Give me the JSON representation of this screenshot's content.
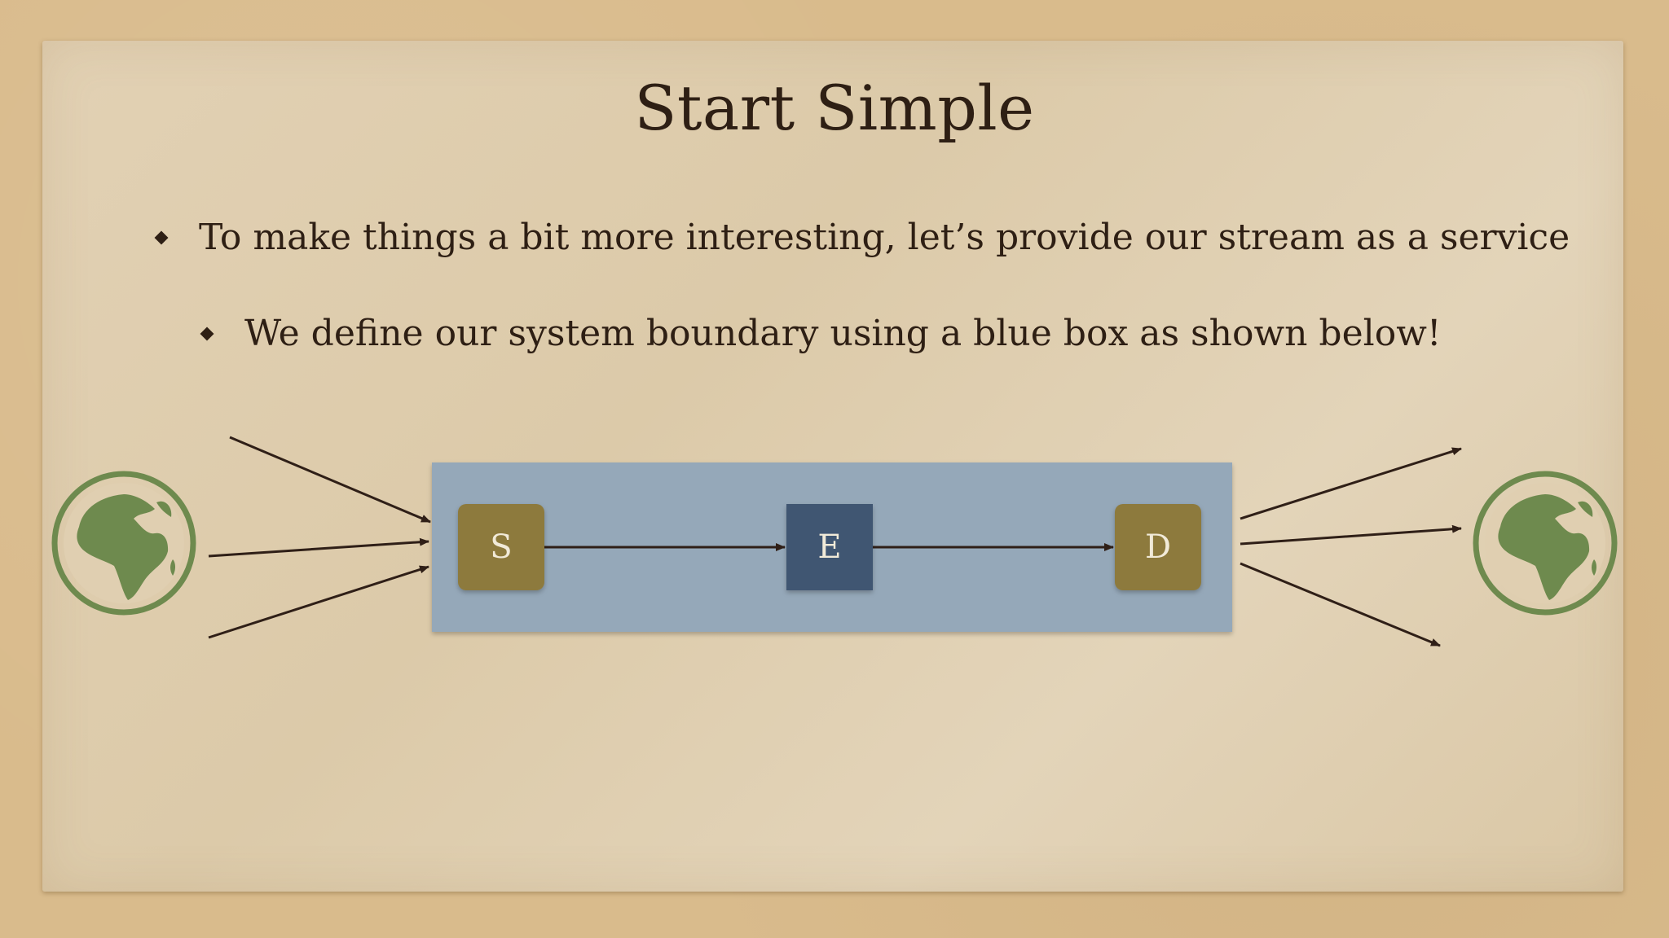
{
  "slide": {
    "title": "Start Simple",
    "bullets": [
      "To make things a bit more interesting, let’s provide our stream as a service",
      "We define our system boundary using a blue box as shown below!"
    ]
  },
  "diagram": {
    "nodes": [
      {
        "id": "source",
        "label": "S",
        "color": "#8d7a3e"
      },
      {
        "id": "engine",
        "label": "E",
        "color": "#3f5672"
      },
      {
        "id": "destination",
        "label": "D",
        "color": "#8d7a3e"
      }
    ],
    "boundary_color": "#95a8b9",
    "globe_color": "#6e8a4e",
    "arrow_color": "#2f1f17",
    "icons": [
      "globe-icon",
      "globe-icon"
    ]
  }
}
